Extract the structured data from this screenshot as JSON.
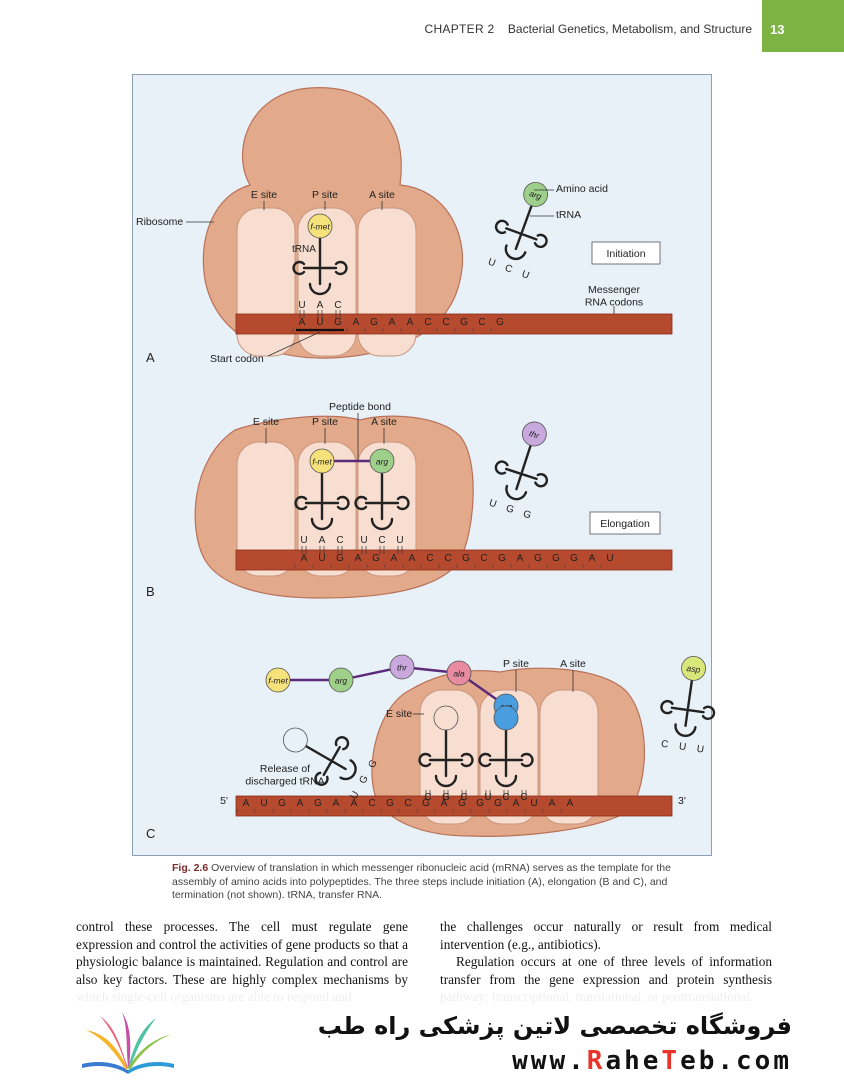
{
  "header": {
    "chapter": "CHAPTER 2",
    "chapter_title": "Bacterial Genetics, Metabolism, and Structure",
    "page_number": "13"
  },
  "figure": {
    "panel_a": {
      "label": "A",
      "ribosome_label": "Ribosome",
      "e_site": "E site",
      "p_site": "P site",
      "a_site": "A site",
      "trna_label": "tRNA",
      "amino_acid_p": "f-met",
      "anticodon_p": [
        "U",
        "A",
        "C"
      ],
      "codon_bases": [
        "A",
        "U",
        "G",
        "A",
        "G",
        "A",
        "A",
        "C",
        "C",
        "G",
        "C",
        "G"
      ],
      "start_codon_label": "Start codon",
      "free_amino_acid": "arg",
      "free_amino_acid_label": "Amino acid",
      "free_trna_label": "tRNA",
      "free_anticodon": [
        "U",
        "C",
        "U"
      ],
      "stage_label": "Initiation",
      "mrna_label": "Messenger\nRNA codons"
    },
    "panel_b": {
      "label": "B",
      "e_site": "E site",
      "p_site": "P site",
      "a_site": "A site",
      "peptide_bond_label": "Peptide bond",
      "amino_acid_p": "f-met",
      "amino_acid_a": "arg",
      "anticodon_p": [
        "U",
        "A",
        "C"
      ],
      "anticodon_a": [
        "U",
        "C",
        "U"
      ],
      "codon_bases": [
        "A",
        "U",
        "G",
        "A",
        "G",
        "A",
        "A",
        "C",
        "C",
        "G",
        "C",
        "G",
        "A",
        "G",
        "G",
        "G",
        "A",
        "U"
      ],
      "free_amino_acid": "thr",
      "free_anticodon": [
        "U",
        "G",
        "G"
      ],
      "stage_label": "Elongation"
    },
    "panel_c": {
      "label": "C",
      "chain": [
        "f-met",
        "arg",
        "thr",
        "ala",
        "arg"
      ],
      "p_site": "P site",
      "a_site": "A site",
      "e_site": "E site",
      "release_label": "Release of\ndischarged tRNA",
      "released_anticodon": [
        "U",
        "G",
        "G"
      ],
      "anticodon_e": [
        "C",
        "G",
        "C"
      ],
      "anticodon_p": [
        "U",
        "C",
        "C"
      ],
      "five_prime": "5'",
      "three_prime": "3'",
      "codon_bases": [
        "A",
        "U",
        "G",
        "A",
        "G",
        "A",
        "A",
        "C",
        "G",
        "C",
        "G",
        "A",
        "G",
        "G",
        "G",
        "A",
        "U",
        "A",
        "A"
      ],
      "free_amino_acid": "asp",
      "free_anticodon": [
        "C",
        "U",
        "U"
      ]
    }
  },
  "caption": {
    "fig_label": "Fig. 2.6",
    "text": "Overview of translation in which messenger ribonucleic acid (mRNA) serves as the template for the assembly of amino acids into polypeptides. The three steps include initiation (A), elongation (B and C), and termination (not shown). tRNA, transfer RNA."
  },
  "body": {
    "left_text": "control these processes. The cell must regulate gene expression and control the activities of gene products so that a physiologic balance is maintained. Regulation and control are also key factors. These are highly complex mechanisms by which single-cell organisms are able to respond and",
    "right_p1": "the challenges occur naturally or result from medical intervention (e.g., antibiotics).",
    "right_p2": "Regulation occurs at one of three levels of information transfer from the gene expression and protein synthesis pathway: transcriptional, translational, or posttranslational."
  },
  "watermark": {
    "store_name": "فروشگاه تخصصی لاتین پزشکی راه طب",
    "url_prefix": "www.",
    "url_raheteb_parts": [
      "R",
      "ahe",
      "T",
      "eb"
    ],
    "url_suffix": ".com"
  },
  "colors": {
    "ribosome": "#e2a98a",
    "ribosome_edge": "#b9725a",
    "site_fill": "#f7ded0",
    "mrna": "#b54a2e",
    "fmet": "#f6e27a",
    "arg": "#9fd08a",
    "thr": "#c9a9dd",
    "ala": "#e88aa0",
    "arg_blue": "#4a9ee0",
    "asp": "#d7e77a",
    "peptide_bond": "#5b2a7a",
    "accent_green": "#7cb342",
    "watermark_red": "#e8342a"
  }
}
